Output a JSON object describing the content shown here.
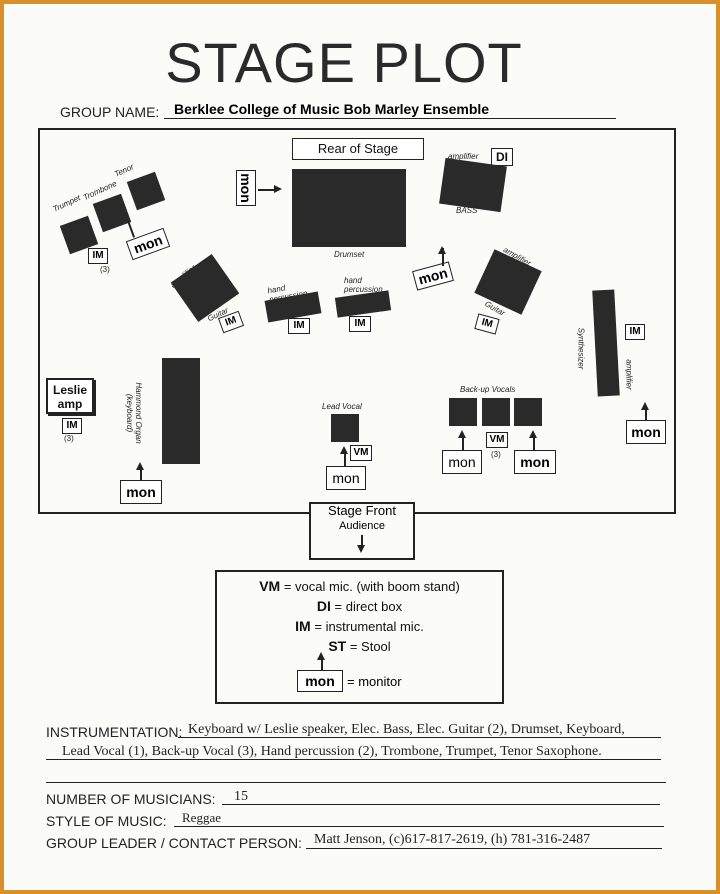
{
  "title": "STAGE PLOT",
  "group": {
    "label": "GROUP NAME:",
    "value": "Berklee College of Music Bob Marley Ensemble"
  },
  "stage": {
    "rear": "Rear of Stage",
    "front": "Stage Front",
    "audience": "Audience",
    "drumset": "Drumset",
    "bass_amp": "amplifier",
    "bass_di": "DI",
    "bass": "BASS",
    "trumpet": "Trumpet",
    "trombone": "Trombone",
    "tenor": "Tenor",
    "horn_im": "IM",
    "horn_count": "(3)",
    "mon": "mon",
    "guitar_amp": "amplifier",
    "guitar": "Guitar",
    "im": "IM",
    "hand_perc": "hand percussion",
    "leslie": "Leslie amp",
    "leslie_count": "(3)",
    "hammond": "Hammond Organ (keyboard)",
    "lead_vocal": "Lead Vocal",
    "vm": "VM",
    "backup_vocals": "Back-up Vocals",
    "backup_count": "(3)",
    "synth": "Synthesizer",
    "synth_amp": "amplifier"
  },
  "legend": {
    "vm_code": "VM",
    "vm_text": "= vocal mic. (with boom stand)",
    "di_code": "DI",
    "di_text": "= direct box",
    "im_code": "IM",
    "im_text": "= instrumental mic.",
    "st_code": "ST",
    "st_text": "= Stool",
    "mon_code": "mon",
    "mon_text": "= monitor"
  },
  "form": {
    "instr_label": "INSTRUMENTATION:",
    "instr_line1": "Keyboard w/ Leslie speaker, Elec. Bass, Elec. Guitar (2), Drumset, Keyboard,",
    "instr_line2": "Lead Vocal (1), Back-up Vocal (3), Hand percussion (2), Trombone, Trumpet, Tenor Saxophone.",
    "musicians_label": "NUMBER OF MUSICIANS:",
    "musicians_value": "15",
    "style_label": "STYLE OF MUSIC:",
    "style_value": "Reggae",
    "leader_label": "GROUP LEADER / CONTACT PERSON:",
    "leader_value": "Matt Jenson, (c)617-817-2619, (h) 781-316-2487"
  }
}
